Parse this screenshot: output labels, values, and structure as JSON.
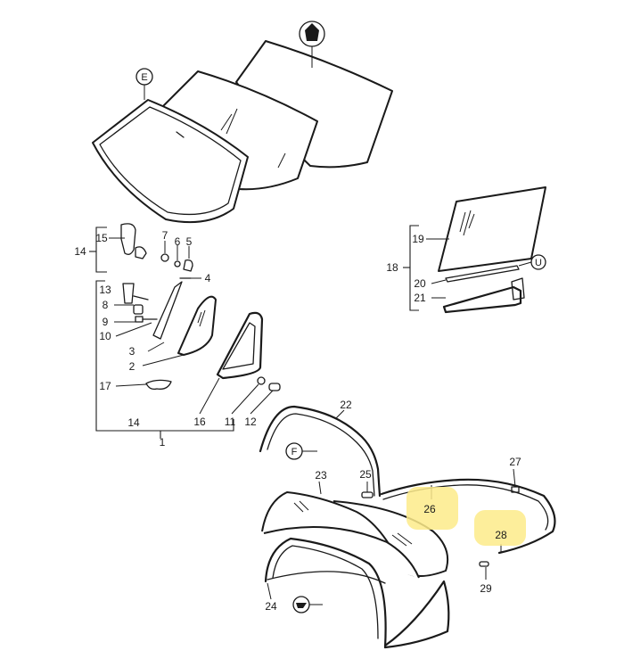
{
  "diagram": {
    "callouts": {
      "c1": "1",
      "c2": "2",
      "c3": "3",
      "c4": "4",
      "c5": "5",
      "c6": "6",
      "c7": "7",
      "c8": "8",
      "c9": "9",
      "c10": "10",
      "c11": "11",
      "c12": "12",
      "c13": "13",
      "c14a": "14",
      "c14b": "14",
      "c15": "15",
      "c16": "16",
      "c17": "17",
      "c18": "18",
      "c19": "19",
      "c20": "20",
      "c21": "21",
      "c22": "22",
      "c23": "23",
      "c24": "24",
      "c25": "25",
      "c26": "26",
      "c27": "27",
      "c28": "28",
      "c29": "29"
    },
    "symbols": {
      "windshield_marker": "E",
      "door_window_marker": "U",
      "top_frame_marker": "F"
    },
    "highlighted": [
      "26",
      "28"
    ],
    "highlight_color": "#fdeb8a"
  }
}
